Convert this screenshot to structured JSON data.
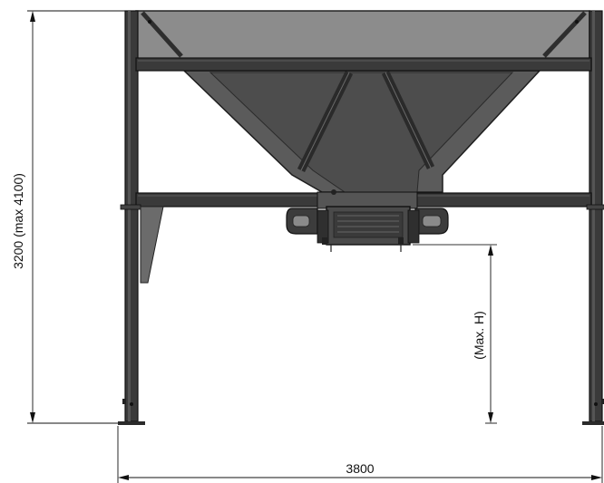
{
  "dimensions": {
    "height_label": "3200 (max 4100)",
    "width_label": "3800",
    "outlet_height_label": "(Max. H)"
  }
}
